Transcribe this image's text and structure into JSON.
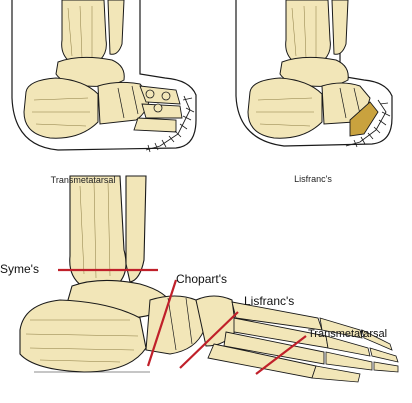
{
  "colors": {
    "bone": "#f2e6b8",
    "bone_shadow": "#d9c27a",
    "outline": "#1a1a1a",
    "cut_line": "#c0202a",
    "removed_bone": "#c9a23e"
  },
  "top_panels": [
    {
      "caption": "Transmetatarsal"
    },
    {
      "caption": "Lisfranc's"
    }
  ],
  "bottom_panel": {
    "labels": [
      "Syme's",
      "Chopart's",
      "Lisfranc's",
      "Transmetatarsal"
    ]
  }
}
